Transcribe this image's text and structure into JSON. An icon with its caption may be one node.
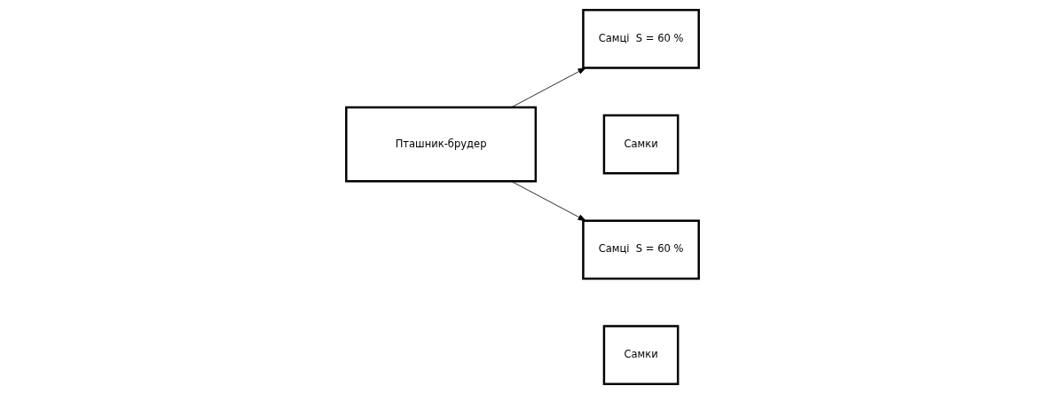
{
  "diagram": {
    "nodes": [
      {
        "text": [
          "Пташник-брудер"
        ]
      },
      {
        "text": [
          "Самці  S = 60 %"
        ]
      },
      {
        "text": [
          "Самки"
        ]
      },
      {
        "text": [
          "Самці  S = 60 %"
        ]
      },
      {
        "text": [
          "Самки"
        ]
      }
    ],
    "edges": [
      {
        "from": 0,
        "to": 1,
        "arrow": "to"
      },
      {
        "from": 0,
        "to": 3,
        "arrow": "to"
      }
    ]
  }
}
